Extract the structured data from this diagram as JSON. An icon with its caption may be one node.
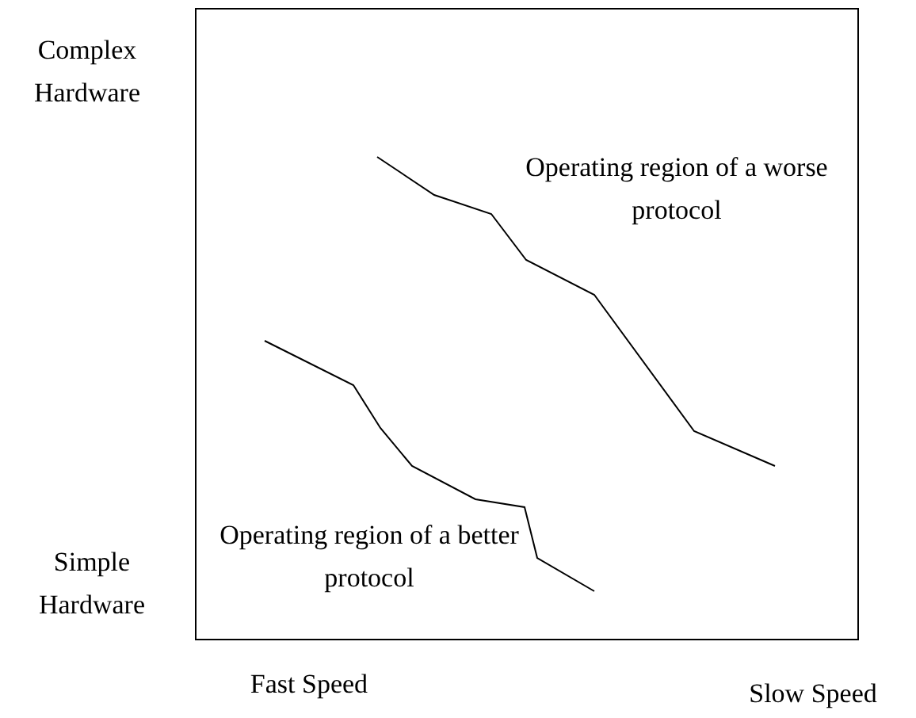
{
  "diagram": {
    "labels": [
      "Complex Hardware",
      "Operating region of a worse protocol",
      "Operating region of a better protocol",
      "Simple Hardware",
      "Fast Speed",
      "Slow Speed"
    ]
  }
}
